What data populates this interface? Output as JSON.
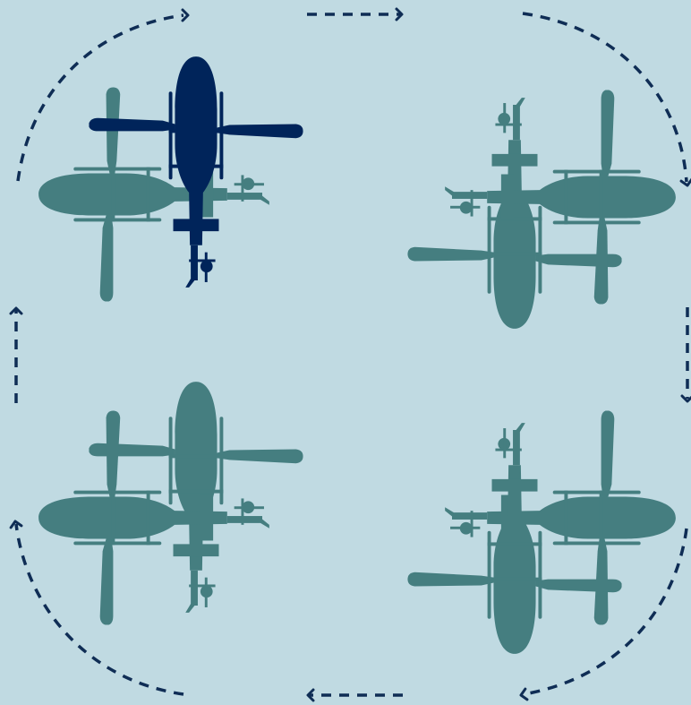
{
  "colors": {
    "background": "#c0dae2",
    "highlight": "#00245a",
    "muted": "#457e80",
    "arrow": "#0f2d55"
  },
  "diagram": {
    "helicopters": [
      {
        "id": "top-left",
        "rotation_steps": [
          0,
          1
        ],
        "highlighted_step": 0
      },
      {
        "id": "top-right",
        "rotation_steps": [
          2,
          1
        ]
      },
      {
        "id": "bottom-right",
        "rotation_steps": [
          3,
          2
        ]
      },
      {
        "id": "bottom-left",
        "rotation_steps": [
          0,
          3
        ]
      }
    ],
    "cycle_direction": "clockwise",
    "icons": [
      "helicopter-icon",
      "dashed-arrow-icon"
    ]
  }
}
